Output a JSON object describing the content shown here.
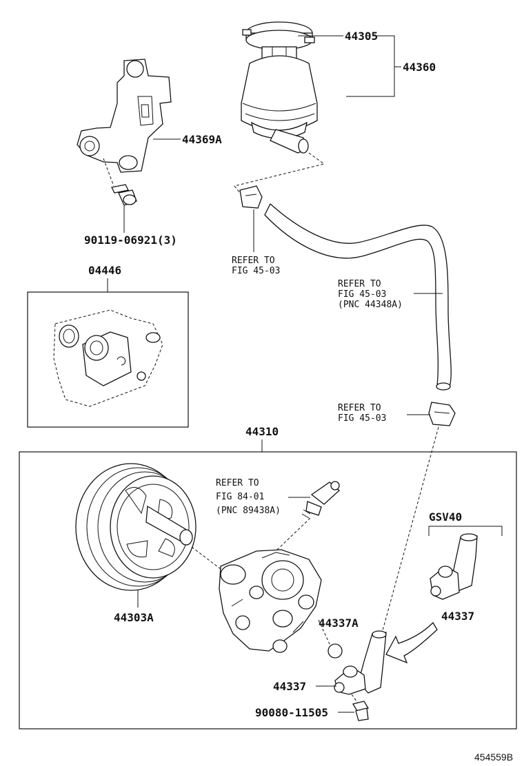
{
  "labels": {
    "p44305": "44305",
    "p44360": "44360",
    "p44369A": "44369A",
    "p90119": "90119-06921(3)",
    "p04446": "04446",
    "ref1_line1": "REFER TO",
    "ref1_line2": "FIG 45-03",
    "ref2_line1": "REFER TO",
    "ref2_line2": "FIG 45-03",
    "ref2_line3": "(PNC 44348A)",
    "ref3_line1": "REFER TO",
    "ref3_line2": "FIG 45-03",
    "p44310": "44310",
    "ref4_line1": "REFER TO",
    "ref4_line2": "FIG 84-01",
    "ref4_line3": "(PNC 89438A)",
    "gsv40": "GSV40",
    "p44303A": "44303A",
    "p44337A": "44337A",
    "p44337_right": "44337",
    "p44337_bottom": "44337",
    "p90080": "90080-11505",
    "figure_code": "454559B"
  }
}
